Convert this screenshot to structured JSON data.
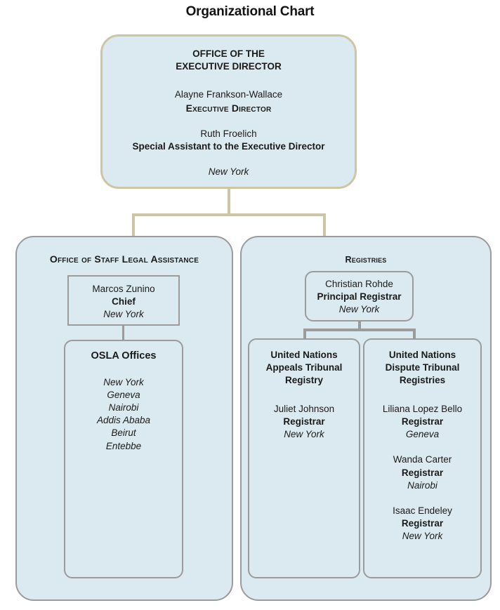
{
  "title": "Organizational Chart",
  "colors": {
    "node_fill": "#dbeaf0",
    "root_border": "#cdc6a5",
    "node_border": "#9b9b9b",
    "text": "#1a1a1a"
  },
  "root": {
    "heading_line1": "OFFICE OF THE",
    "heading_line2": "EXECUTIVE DIRECTOR",
    "people": [
      {
        "name": "Alayne Frankson-Wallace",
        "role": "Executive Director"
      },
      {
        "name": "Ruth Froelich",
        "role": "Special Assistant to the Executive Director"
      }
    ],
    "location": "New York"
  },
  "branches": {
    "osla": {
      "heading": "Office of Staff Legal Assistance",
      "chief": {
        "name": "Marcos Zunino",
        "role": "Chief",
        "location": "New York"
      },
      "offices_box": {
        "title": "OSLA Offices",
        "offices": [
          "New York",
          "Geneva",
          "Nairobi",
          "Addis Ababa",
          "Beirut",
          "Entebbe"
        ]
      }
    },
    "registries": {
      "heading": "Registries",
      "principal": {
        "name": "Christian Rohde",
        "role": "Principal Registrar",
        "location": "New York"
      },
      "unat": {
        "title_line1": "United Nations",
        "title_line2": "Appeals Tribunal",
        "title_line3": "Registry",
        "people": [
          {
            "name": "Juliet Johnson",
            "role": "Registrar",
            "location": "New York"
          }
        ]
      },
      "undt": {
        "title_line1": "United Nations",
        "title_line2": "Dispute Tribunal",
        "title_line3": "Registries",
        "people": [
          {
            "name": "Liliana Lopez Bello",
            "role": "Registrar",
            "location": "Geneva"
          },
          {
            "name": "Wanda Carter",
            "role": "Registrar",
            "location": "Nairobi"
          },
          {
            "name": "Isaac Endeley",
            "role": "Registrar",
            "location": "New York"
          }
        ]
      }
    }
  }
}
